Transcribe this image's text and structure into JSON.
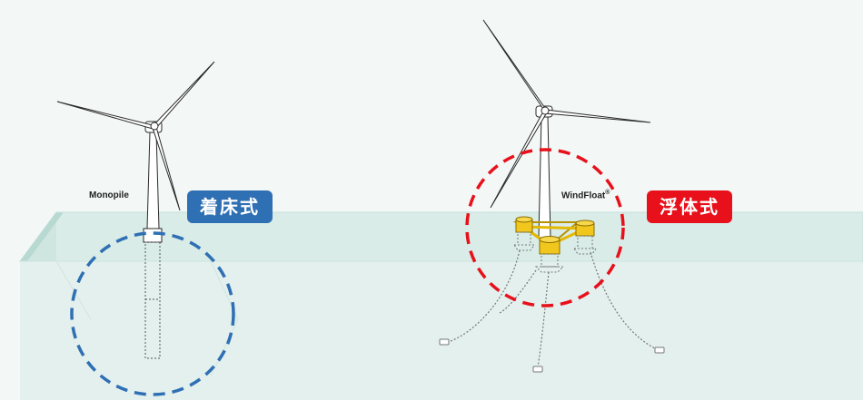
{
  "labels": {
    "monopile": "Monopile",
    "windfloat": "WindFloat",
    "windfloat_mark": "®"
  },
  "badges": {
    "fixed": "着床式",
    "floating": "浮体式"
  },
  "colors": {
    "background": "#f3f8f7",
    "sea_surface": "#d6ebe7",
    "sea_body": "#e2efed",
    "fixed_badge": "#2f6fb3",
    "floating_badge": "#e8101a",
    "fixed_circle": "#2f6fb3",
    "floating_circle": "#e8101a",
    "platform": "#f2c71d",
    "turbine_line": "#2a2a2a"
  },
  "icons": [
    "fixed-wind-turbine-icon",
    "floating-wind-turbine-icon"
  ]
}
